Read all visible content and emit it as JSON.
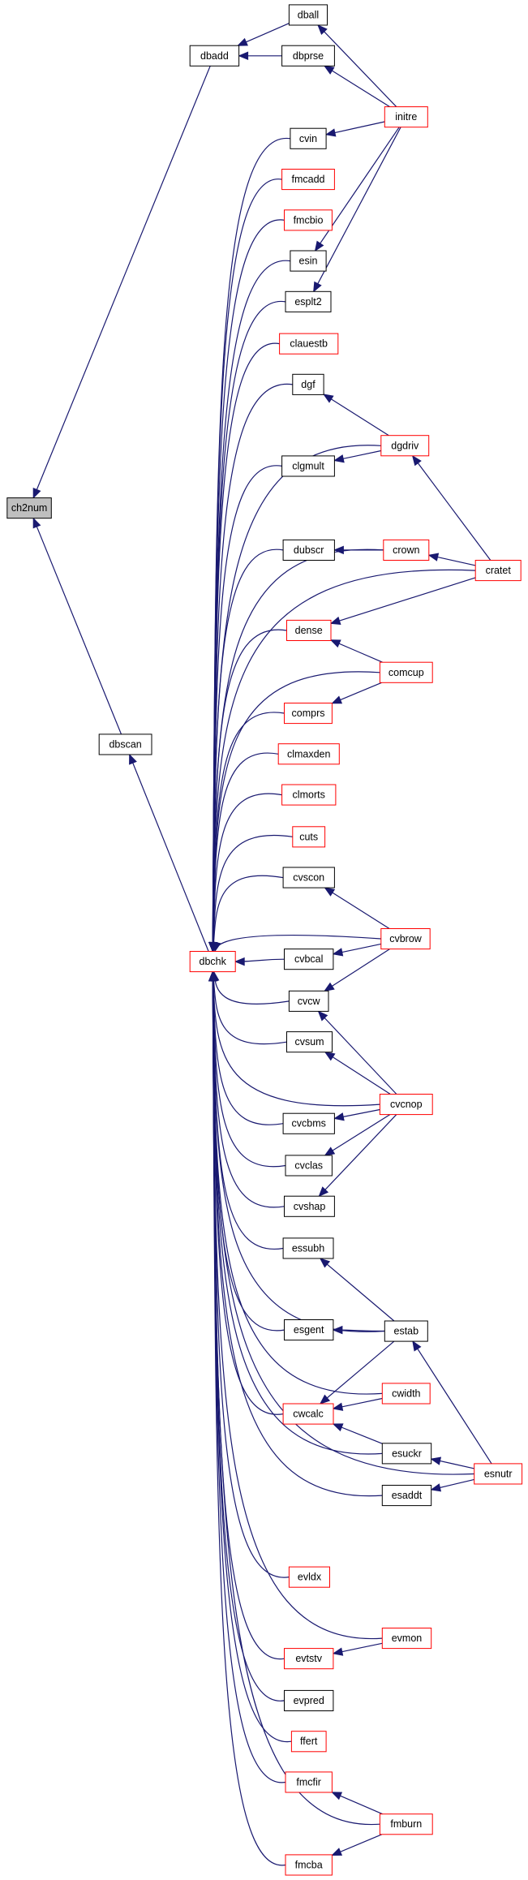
{
  "nodes": [
    {
      "id": "ch2num",
      "label": "ch2num",
      "style": "root"
    },
    {
      "id": "dbadd",
      "label": "dbadd",
      "style": "black"
    },
    {
      "id": "dball",
      "label": "dball",
      "style": "black"
    },
    {
      "id": "dbprse",
      "label": "dbprse",
      "style": "black"
    },
    {
      "id": "initre",
      "label": "initre",
      "style": "red"
    },
    {
      "id": "dbscan",
      "label": "dbscan",
      "style": "black"
    },
    {
      "id": "dbchk",
      "label": "dbchk",
      "style": "red"
    },
    {
      "id": "cvin",
      "label": "cvin",
      "style": "black"
    },
    {
      "id": "fmcadd",
      "label": "fmcadd",
      "style": "red"
    },
    {
      "id": "fmcbio",
      "label": "fmcbio",
      "style": "red"
    },
    {
      "id": "esin",
      "label": "esin",
      "style": "black"
    },
    {
      "id": "esplt2",
      "label": "esplt2",
      "style": "black"
    },
    {
      "id": "clauestb",
      "label": "clauestb",
      "style": "red"
    },
    {
      "id": "dgf",
      "label": "dgf",
      "style": "black"
    },
    {
      "id": "dgdriv",
      "label": "dgdriv",
      "style": "red"
    },
    {
      "id": "clgmult",
      "label": "clgmult",
      "style": "black"
    },
    {
      "id": "dubscr",
      "label": "dubscr",
      "style": "black"
    },
    {
      "id": "crown",
      "label": "crown",
      "style": "red"
    },
    {
      "id": "cratet",
      "label": "cratet",
      "style": "red"
    },
    {
      "id": "dense",
      "label": "dense",
      "style": "red"
    },
    {
      "id": "comcup",
      "label": "comcup",
      "style": "red"
    },
    {
      "id": "comprs",
      "label": "comprs",
      "style": "red"
    },
    {
      "id": "clmaxden",
      "label": "clmaxden",
      "style": "red"
    },
    {
      "id": "clmorts",
      "label": "clmorts",
      "style": "red"
    },
    {
      "id": "cuts",
      "label": "cuts",
      "style": "red"
    },
    {
      "id": "cvscon",
      "label": "cvscon",
      "style": "black"
    },
    {
      "id": "cvbrow",
      "label": "cvbrow",
      "style": "red"
    },
    {
      "id": "cvbcal",
      "label": "cvbcal",
      "style": "black"
    },
    {
      "id": "cvcw",
      "label": "cvcw",
      "style": "black"
    },
    {
      "id": "cvsum",
      "label": "cvsum",
      "style": "black"
    },
    {
      "id": "cvcnop",
      "label": "cvcnop",
      "style": "red"
    },
    {
      "id": "cvcbms",
      "label": "cvcbms",
      "style": "black"
    },
    {
      "id": "cvclas",
      "label": "cvclas",
      "style": "black"
    },
    {
      "id": "cvshap",
      "label": "cvshap",
      "style": "black"
    },
    {
      "id": "essubh",
      "label": "essubh",
      "style": "black"
    },
    {
      "id": "esgent",
      "label": "esgent",
      "style": "black"
    },
    {
      "id": "estab",
      "label": "estab",
      "style": "black"
    },
    {
      "id": "cwidth",
      "label": "cwidth",
      "style": "red"
    },
    {
      "id": "cwcalc",
      "label": "cwcalc",
      "style": "red"
    },
    {
      "id": "esuckr",
      "label": "esuckr",
      "style": "black"
    },
    {
      "id": "esnutr",
      "label": "esnutr",
      "style": "red"
    },
    {
      "id": "esaddt",
      "label": "esaddt",
      "style": "black"
    },
    {
      "id": "evldx",
      "label": "evldx",
      "style": "red"
    },
    {
      "id": "evmon",
      "label": "evmon",
      "style": "red"
    },
    {
      "id": "evtstv",
      "label": "evtstv",
      "style": "red"
    },
    {
      "id": "evpred",
      "label": "evpred",
      "style": "black"
    },
    {
      "id": "ffert",
      "label": "ffert",
      "style": "red"
    },
    {
      "id": "fmcfir",
      "label": "fmcfir",
      "style": "red"
    },
    {
      "id": "fmburn",
      "label": "fmburn",
      "style": "red"
    },
    {
      "id": "fmcba",
      "label": "fmcba",
      "style": "red"
    }
  ],
  "edges": [
    [
      "dbadd",
      "ch2num"
    ],
    [
      "dbscan",
      "ch2num"
    ],
    [
      "dball",
      "dbadd"
    ],
    [
      "dbprse",
      "dbadd"
    ],
    [
      "initre",
      "dball"
    ],
    [
      "initre",
      "dbprse"
    ],
    [
      "initre",
      "cvin"
    ],
    [
      "initre",
      "esin"
    ],
    [
      "initre",
      "esplt2"
    ],
    [
      "dbchk",
      "dbscan"
    ],
    [
      "cvin",
      "dbchk"
    ],
    [
      "fmcadd",
      "dbchk"
    ],
    [
      "fmcbio",
      "dbchk"
    ],
    [
      "esin",
      "dbchk"
    ],
    [
      "esplt2",
      "dbchk"
    ],
    [
      "clauestb",
      "dbchk"
    ],
    [
      "dgf",
      "dbchk"
    ],
    [
      "dgdriv",
      "dbchk"
    ],
    [
      "clgmult",
      "dbchk"
    ],
    [
      "dubscr",
      "dbchk"
    ],
    [
      "crown",
      "dbchk"
    ],
    [
      "cratet",
      "dbchk"
    ],
    [
      "dense",
      "dbchk"
    ],
    [
      "comcup",
      "dbchk"
    ],
    [
      "comprs",
      "dbchk"
    ],
    [
      "clmaxden",
      "dbchk"
    ],
    [
      "clmorts",
      "dbchk"
    ],
    [
      "cuts",
      "dbchk"
    ],
    [
      "cvscon",
      "dbchk"
    ],
    [
      "cvbrow",
      "dbchk"
    ],
    [
      "cvbcal",
      "dbchk"
    ],
    [
      "cvcw",
      "dbchk"
    ],
    [
      "cvsum",
      "dbchk"
    ],
    [
      "cvcnop",
      "dbchk"
    ],
    [
      "cvcbms",
      "dbchk"
    ],
    [
      "cvclas",
      "dbchk"
    ],
    [
      "cvshap",
      "dbchk"
    ],
    [
      "essubh",
      "dbchk"
    ],
    [
      "esgent",
      "dbchk"
    ],
    [
      "estab",
      "dbchk"
    ],
    [
      "cwidth",
      "dbchk"
    ],
    [
      "cwcalc",
      "dbchk"
    ],
    [
      "esuckr",
      "dbchk"
    ],
    [
      "esaddt",
      "dbchk"
    ],
    [
      "esnutr",
      "dbchk"
    ],
    [
      "evldx",
      "dbchk"
    ],
    [
      "evmon",
      "dbchk"
    ],
    [
      "evtstv",
      "dbchk"
    ],
    [
      "evpred",
      "dbchk"
    ],
    [
      "ffert",
      "dbchk"
    ],
    [
      "fmcfir",
      "dbchk"
    ],
    [
      "fmburn",
      "dbchk"
    ],
    [
      "fmcba",
      "dbchk"
    ],
    [
      "dgdriv",
      "dgf"
    ],
    [
      "dgdriv",
      "clgmult"
    ],
    [
      "cratet",
      "dgdriv"
    ],
    [
      "crown",
      "dubscr"
    ],
    [
      "cratet",
      "crown"
    ],
    [
      "cratet",
      "dense"
    ],
    [
      "comcup",
      "dense"
    ],
    [
      "comcup",
      "comprs"
    ],
    [
      "cvbrow",
      "cvscon"
    ],
    [
      "cvbrow",
      "cvbcal"
    ],
    [
      "cvbrow",
      "cvcw"
    ],
    [
      "cvcnop",
      "cvcw"
    ],
    [
      "cvcnop",
      "cvsum"
    ],
    [
      "cvcnop",
      "cvcbms"
    ],
    [
      "cvcnop",
      "cvclas"
    ],
    [
      "cvcnop",
      "cvshap"
    ],
    [
      "estab",
      "essubh"
    ],
    [
      "estab",
      "esgent"
    ],
    [
      "estab",
      "cwcalc"
    ],
    [
      "esnutr",
      "estab"
    ],
    [
      "cwidth",
      "cwcalc"
    ],
    [
      "esuckr",
      "cwcalc"
    ],
    [
      "esnutr",
      "esuckr"
    ],
    [
      "esnutr",
      "esaddt"
    ],
    [
      "evmon",
      "evtstv"
    ],
    [
      "fmburn",
      "fmcfir"
    ],
    [
      "fmburn",
      "fmcba"
    ]
  ]
}
